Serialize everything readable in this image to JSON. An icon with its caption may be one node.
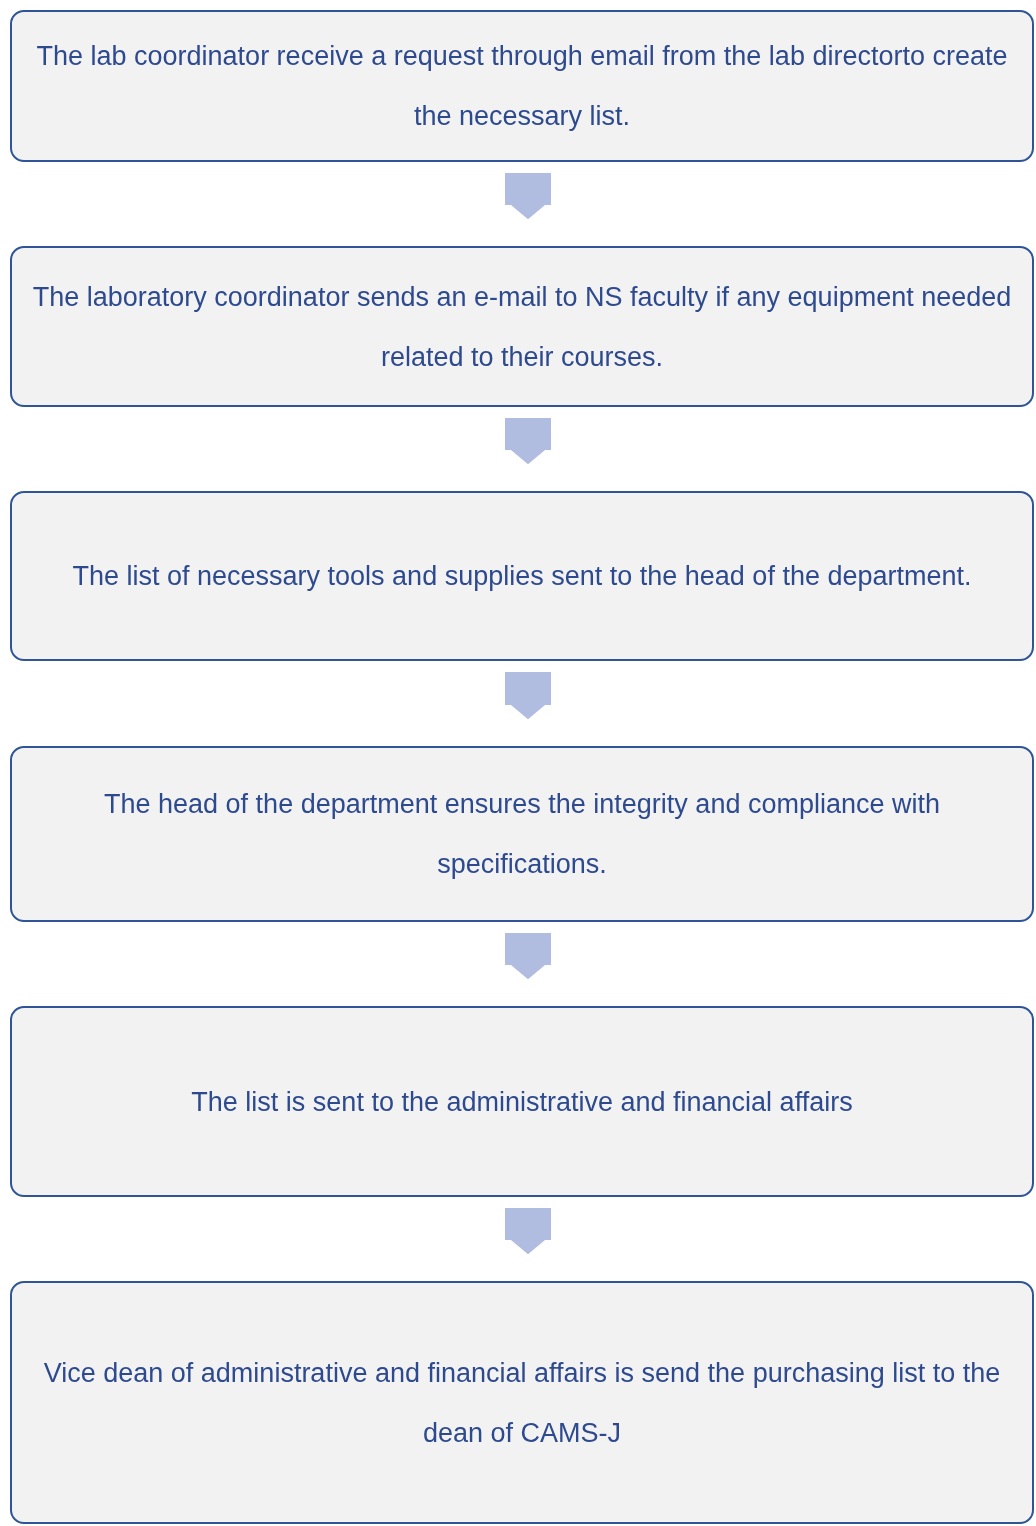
{
  "diagram": {
    "nodes": [
      {
        "text": [
          "The lab coordinator receive a request through email from the lab directorto create the necessary list."
        ]
      },
      {
        "text": [
          "The laboratory coordinator sends an e-mail to NS faculty if any equipment needed related to their courses."
        ]
      },
      {
        "text": [
          "The list of necessary tools and supplies sent to the head of the department."
        ]
      },
      {
        "text": [
          "The head of the department ensures the integrity and compliance with specifications."
        ]
      },
      {
        "text": [
          "The list is sent to the administrative and financial affairs"
        ]
      },
      {
        "text": [
          "Vice dean of administrative and financial affairs is send the purchasing list to the dean of CAMS-J"
        ]
      }
    ],
    "edges": [
      {
        "from": 0,
        "to": 1,
        "arrow": "to"
      },
      {
        "from": 1,
        "to": 2,
        "arrow": "to"
      },
      {
        "from": 2,
        "to": 3,
        "arrow": "to"
      },
      {
        "from": 3,
        "to": 4,
        "arrow": "to"
      },
      {
        "from": 4,
        "to": 5,
        "arrow": "to"
      }
    ]
  }
}
